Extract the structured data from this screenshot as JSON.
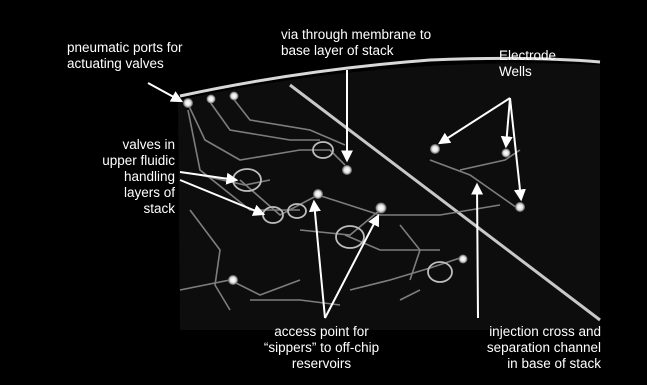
{
  "labels": {
    "pneumatic_ports": [
      "pneumatic ports for",
      "actuating valves"
    ],
    "via": [
      "via through membrane to",
      "base layer of stack"
    ],
    "electrode_wells": [
      "Electrode",
      "Wells"
    ],
    "valves": [
      "valves in",
      "upper fluidic",
      "handling",
      "layers of",
      "stack"
    ],
    "access_point": [
      "access point for",
      "“sippers” to off-chip",
      "reservoirs"
    ],
    "injection_cross": [
      "injection cross and",
      "separation channel",
      "in base of stack"
    ]
  },
  "colors": {
    "background": "#000000",
    "label_text": "#ffffff",
    "arrow": "#ffffff",
    "chip_glow": "#cfcfcf"
  }
}
